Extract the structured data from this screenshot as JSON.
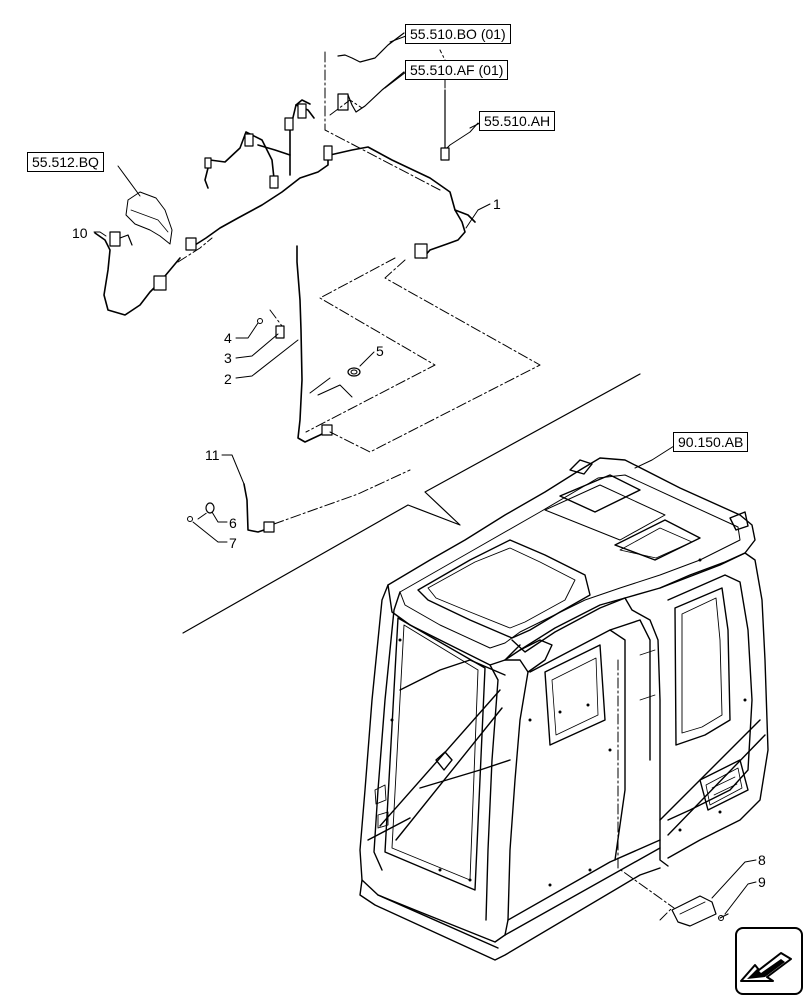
{
  "references": {
    "bo": "55.510.BO (01)",
    "af": "55.510.AF (01)",
    "ah": "55.510.AH",
    "bq": "55.512.BQ",
    "ab": "90.150.AB"
  },
  "callouts": {
    "c1": "1",
    "c2": "2",
    "c3": "3",
    "c4": "4",
    "c5": "5",
    "c6": "6",
    "c7": "7",
    "c8": "8",
    "c9": "9",
    "c10": "10",
    "c11": "11"
  },
  "nav": {
    "icon": "arrow-icon"
  }
}
